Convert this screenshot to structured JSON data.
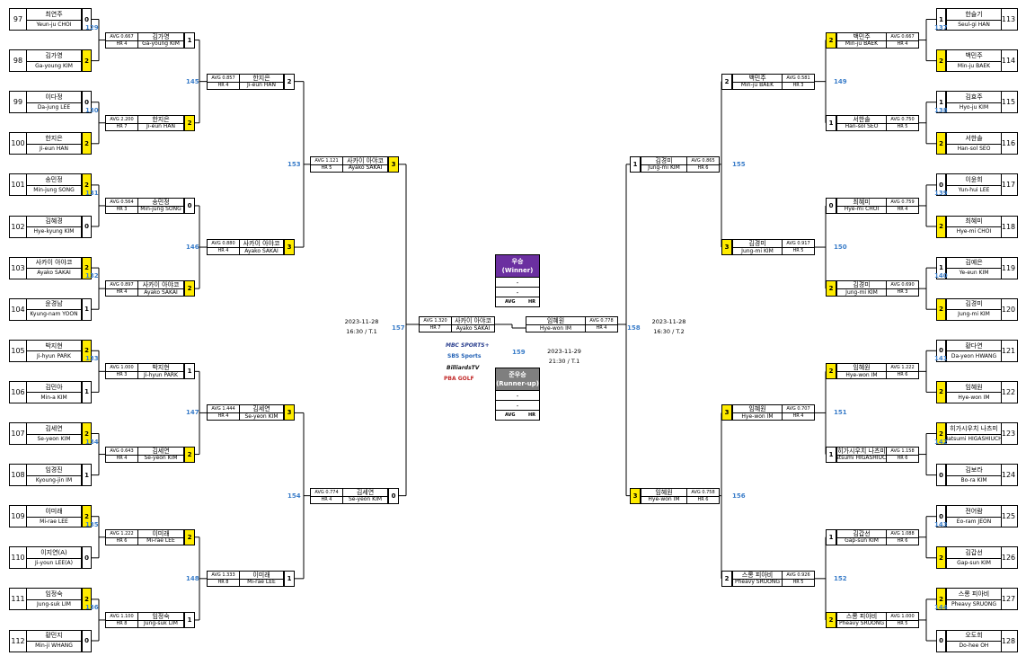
{
  "round1": {
    "left": [
      {
        "seed": "97",
        "ko": "최연주",
        "en": "Yeun-ju CHOI",
        "score": "0",
        "win": false
      },
      {
        "seed": "98",
        "ko": "김가영",
        "en": "Ga-young KIM",
        "score": "2",
        "win": true
      },
      {
        "seed": "99",
        "ko": "이다정",
        "en": "Da-jung LEE",
        "score": "0",
        "win": false
      },
      {
        "seed": "100",
        "ko": "한지은",
        "en": "Ji-eun HAN",
        "score": "2",
        "win": true
      },
      {
        "seed": "101",
        "ko": "송민정",
        "en": "Min-jung SONG",
        "score": "2",
        "win": true
      },
      {
        "seed": "102",
        "ko": "김혜경",
        "en": "Hye-kyung KIM",
        "score": "0",
        "win": false
      },
      {
        "seed": "103",
        "ko": "사카이 아야코",
        "en": "Ayako SAKAI",
        "score": "2",
        "win": true
      },
      {
        "seed": "104",
        "ko": "윤경남",
        "en": "Kyung-nam YOON",
        "score": "1",
        "win": false
      },
      {
        "seed": "105",
        "ko": "박지현",
        "en": "Ji-hyun PARK",
        "score": "2",
        "win": true
      },
      {
        "seed": "106",
        "ko": "김민아",
        "en": "Min-a KIM",
        "score": "1",
        "win": false
      },
      {
        "seed": "107",
        "ko": "김세연",
        "en": "Se-yeon KIM",
        "score": "2",
        "win": true
      },
      {
        "seed": "108",
        "ko": "임경진",
        "en": "Kyoung-jin IM",
        "score": "1",
        "win": false
      },
      {
        "seed": "109",
        "ko": "이미래",
        "en": "Mi-rae LEE",
        "score": "2",
        "win": true
      },
      {
        "seed": "110",
        "ko": "이지연(A)",
        "en": "Ji-youn LEE(A)",
        "score": "0",
        "win": false
      },
      {
        "seed": "111",
        "ko": "임정숙",
        "en": "Jung-suk LIM",
        "score": "2",
        "win": true
      },
      {
        "seed": "112",
        "ko": "황민지",
        "en": "Min-ji WHANG",
        "score": "0",
        "win": false
      }
    ],
    "right": [
      {
        "seed": "113",
        "ko": "한슬기",
        "en": "Seul-gi HAN",
        "score": "1",
        "win": false
      },
      {
        "seed": "114",
        "ko": "백민주",
        "en": "Min-ju BAEK",
        "score": "2",
        "win": true
      },
      {
        "seed": "115",
        "ko": "김효주",
        "en": "Hyo-ju KIM",
        "score": "1",
        "win": false
      },
      {
        "seed": "116",
        "ko": "서한솔",
        "en": "Han-sol SEO",
        "score": "2",
        "win": true
      },
      {
        "seed": "117",
        "ko": "이윤희",
        "en": "Yun-hui LEE",
        "score": "0",
        "win": false
      },
      {
        "seed": "118",
        "ko": "최혜미",
        "en": "Hye-mi CHOI",
        "score": "2",
        "win": true
      },
      {
        "seed": "119",
        "ko": "김예은",
        "en": "Ye-eun KIM",
        "score": "1",
        "win": false
      },
      {
        "seed": "120",
        "ko": "김경미",
        "en": "Jung-mi KIM",
        "score": "2",
        "win": true
      },
      {
        "seed": "121",
        "ko": "황다연",
        "en": "Da-yeon HWANG",
        "score": "0",
        "win": false
      },
      {
        "seed": "122",
        "ko": "임혜원",
        "en": "Hye-won IM",
        "score": "2",
        "win": true
      },
      {
        "seed": "123",
        "ko": "히가시우치 나츠미",
        "en": "Natsumi HIGASHIUCHI",
        "score": "2",
        "win": true
      },
      {
        "seed": "124",
        "ko": "김보라",
        "en": "Bo-ra KIM",
        "score": "0",
        "win": false
      },
      {
        "seed": "125",
        "ko": "전어람",
        "en": "Eo-ram JEON",
        "score": "0",
        "win": false
      },
      {
        "seed": "126",
        "ko": "김갑선",
        "en": "Gap-sun KIM",
        "score": "2",
        "win": true
      },
      {
        "seed": "127",
        "ko": "스롱 피아비",
        "en": "Pheavy SRUONG",
        "score": "2",
        "win": true
      },
      {
        "seed": "128",
        "ko": "오도희",
        "en": "Do-hee OH",
        "score": "0",
        "win": false
      }
    ]
  },
  "round2": {
    "left": [
      {
        "match": "129",
        "avg": "AVG 0.667",
        "hr": "HR 4",
        "ko": "김가영",
        "en": "Ga-young KIM",
        "score": "1",
        "win": false
      },
      {
        "match": "130",
        "avg": "AVG 2.200",
        "hr": "HR 7",
        "ko": "한지은",
        "en": "Ji-eun HAN",
        "score": "2",
        "win": true
      },
      {
        "match": "131",
        "avg": "AVG 0.564",
        "hr": "HR 3",
        "ko": "송민정",
        "en": "Min-jung SONG",
        "score": "0",
        "win": false
      },
      {
        "match": "132",
        "avg": "AVG 0.897",
        "hr": "HR 4",
        "ko": "사카이 아야코",
        "en": "Ayako SAKAI",
        "score": "2",
        "win": true
      },
      {
        "match": "133",
        "avg": "AVG 1.000",
        "hr": "HR 3",
        "ko": "박지현",
        "en": "Ji-hyun PARK",
        "score": "1",
        "win": false
      },
      {
        "match": "134",
        "avg": "AVG 0.643",
        "hr": "HR 4",
        "ko": "김세연",
        "en": "Se-yeon KIM",
        "score": "2",
        "win": true
      },
      {
        "match": "135",
        "avg": "AVG 1.222",
        "hr": "HR 6",
        "ko": "이미래",
        "en": "Mi-rae LEE",
        "score": "2",
        "win": true
      },
      {
        "match": "136",
        "avg": "AVG 1.100",
        "hr": "HR 8",
        "ko": "임정숙",
        "en": "Jung-suk LIM",
        "score": "1",
        "win": false
      }
    ],
    "right": [
      {
        "match": "137",
        "avg": "AVG 0.667",
        "hr": "HR 4",
        "ko": "백민주",
        "en": "Min-ju BAEK",
        "score": "2",
        "win": true
      },
      {
        "match": "138",
        "avg": "AVG 0.750",
        "hr": "HR 5",
        "ko": "서한솔",
        "en": "Han-sol SEO",
        "score": "1",
        "win": false
      },
      {
        "match": "139",
        "avg": "AVG 0.759",
        "hr": "HR 4",
        "ko": "최혜미",
        "en": "Hye-mi CHOI",
        "score": "0",
        "win": false
      },
      {
        "match": "140",
        "avg": "AVG 0.690",
        "hr": "HR 3",
        "ko": "김경미",
        "en": "Jung-mi KIM",
        "score": "2",
        "win": true
      },
      {
        "match": "141",
        "avg": "AVG 1.222",
        "hr": "HR 6",
        "ko": "임혜원",
        "en": "Hye-won IM",
        "score": "2",
        "win": true
      },
      {
        "match": "142",
        "avg": "AVG 1.158",
        "hr": "HR 6",
        "ko": "히가시우치 나츠미",
        "en": "Natsumi HIGASHIUCHI",
        "score": "1",
        "win": false
      },
      {
        "match": "143",
        "avg": "AVG 1.088",
        "hr": "HR 6",
        "ko": "김갑선",
        "en": "Gap-sun KIM",
        "score": "1",
        "win": false
      },
      {
        "match": "144",
        "avg": "AVG 1.000",
        "hr": "HR 5",
        "ko": "스롱 피아비",
        "en": "Pheavy SRUONG",
        "score": "2",
        "win": true
      }
    ]
  },
  "round3": {
    "left": [
      {
        "match": "145",
        "avg": "AVG 0.857",
        "hr": "HR 4",
        "ko": "한지은",
        "en": "Ji-eun HAN",
        "score": "2",
        "win": false
      },
      {
        "match": "146",
        "avg": "AVG 0.880",
        "hr": "HR 4",
        "ko": "사카이 아야코",
        "en": "Ayako SAKAI",
        "score": "3",
        "win": true
      },
      {
        "match": "147",
        "avg": "AVG 1.444",
        "hr": "HR 4",
        "ko": "김세연",
        "en": "Se-yeon KIM",
        "score": "3",
        "win": true
      },
      {
        "match": "148",
        "avg": "AVG 1.333",
        "hr": "HR 8",
        "ko": "이미래",
        "en": "Mi-rae LEE",
        "score": "1",
        "win": false
      }
    ],
    "right": [
      {
        "match": "149",
        "avg": "AVG 0.581",
        "hr": "HR 3",
        "ko": "백민주",
        "en": "Min-ju BAEK",
        "score": "2",
        "win": false
      },
      {
        "match": "150",
        "avg": "AVG 0.917",
        "hr": "HR 5",
        "ko": "김경미",
        "en": "Jung-mi KIM",
        "score": "3",
        "win": true
      },
      {
        "match": "151",
        "avg": "AVG 0.707",
        "hr": "HR 4",
        "ko": "임혜원",
        "en": "Hye-won IM",
        "score": "3",
        "win": true
      },
      {
        "match": "152",
        "avg": "AVG 0.926",
        "hr": "HR 5",
        "ko": "스롱 피아비",
        "en": "Pheavy SRUONG",
        "score": "2",
        "win": false
      }
    ]
  },
  "round4": {
    "left": [
      {
        "match": "153",
        "avg": "AVG 1.121",
        "hr": "HR 5",
        "ko": "사카이 아야코",
        "en": "Ayako SAKAI",
        "score": "3",
        "win": true
      },
      {
        "match": "154",
        "avg": "AVG 0.774",
        "hr": "HR 4",
        "ko": "김세연",
        "en": "Se-yeon KIM",
        "score": "0",
        "win": false
      }
    ],
    "right": [
      {
        "match": "155",
        "avg": "AVG 0.865",
        "hr": "HR 6",
        "ko": "김경미",
        "en": "Jung-mi KIM",
        "score": "1",
        "win": false
      },
      {
        "match": "156",
        "avg": "AVG 0.758",
        "hr": "HR 6",
        "ko": "임혜원",
        "en": "Hye-won IM",
        "score": "3",
        "win": true
      }
    ]
  },
  "semis": {
    "left": {
      "match": "157",
      "avg": "AVG 1.320",
      "hr": "HR 7",
      "ko": "사카이 아야코",
      "en": "Ayako SAKAI",
      "date": "2023-11-28",
      "time": "16:30 / T.1"
    },
    "right": {
      "match": "158",
      "avg": "AVG 0.778",
      "hr": "HR 4",
      "ko": "임혜원",
      "en": "Hye-won IM",
      "date": "2023-11-28",
      "time": "16:30 / T.2"
    }
  },
  "final": {
    "match": "159",
    "date": "2023-11-29",
    "time": "21:30 / T.1",
    "winner": {
      "title": "우승",
      "subtitle": "(Winner)",
      "row1": "-",
      "row2": "-",
      "avg": "AVG",
      "hr": "HR",
      "color": "#6b2fa0"
    },
    "runner": {
      "title": "준우승",
      "subtitle": "(Runner-up)",
      "row1": "-",
      "row2": "-",
      "avg": "AVG",
      "hr": "HR",
      "color": "#7f7f7f"
    }
  },
  "logos": {
    "mbc": "MBC SPORTS+",
    "sbs": "SBS Sports",
    "billiards": "BilliardsTV",
    "pba": "PBA GOLF"
  },
  "colors": {
    "winner_highlight": "#ffec00",
    "match_number": "#3a7dc9"
  }
}
